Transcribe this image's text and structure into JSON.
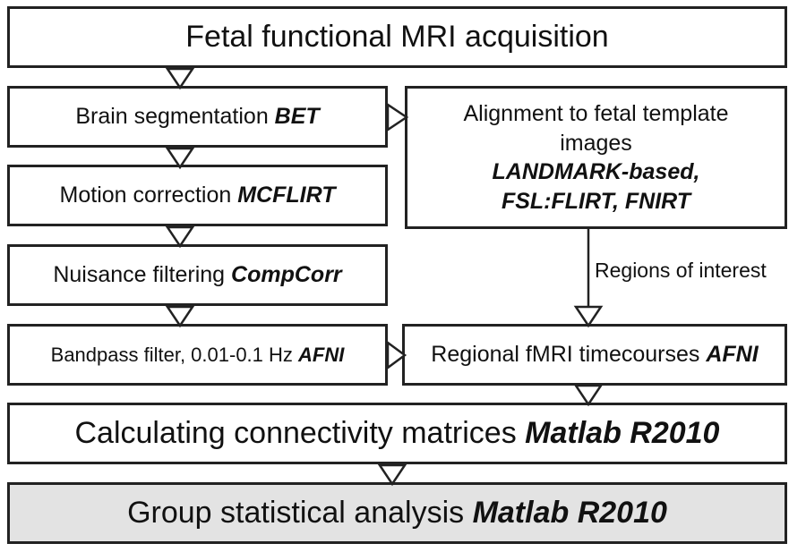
{
  "steps": {
    "acquisition": {
      "label": "Fetal functional MRI acquisition"
    },
    "segmentation": {
      "label": "Brain segmentation ",
      "tool": "BET"
    },
    "motion": {
      "label": "Motion correction ",
      "tool": "MCFLIRT"
    },
    "nuisance": {
      "label": "Nuisance filtering ",
      "tool": "CompCorr"
    },
    "bandpass": {
      "label": "Bandpass filter, 0.01-0.1 Hz ",
      "tool": "AFNI"
    },
    "alignment": {
      "line1": "Alignment to fetal template",
      "line2": "images",
      "tool_line1": "LANDMARK-based,",
      "tool_line2": "FSL:FLIRT, FNIRT"
    },
    "regional": {
      "label": "Regional fMRI timecourses ",
      "tool": "AFNI"
    },
    "connectivity": {
      "label": "Calculating connectivity matrices ",
      "tool": "Matlab R2010"
    },
    "group": {
      "label": "Group statistical analysis ",
      "tool": "Matlab R2010"
    }
  },
  "edges": {
    "roi_label": "Regions of interest"
  },
  "colors": {
    "stroke": "#222222",
    "shaded_fill": "#e3e3e3"
  }
}
